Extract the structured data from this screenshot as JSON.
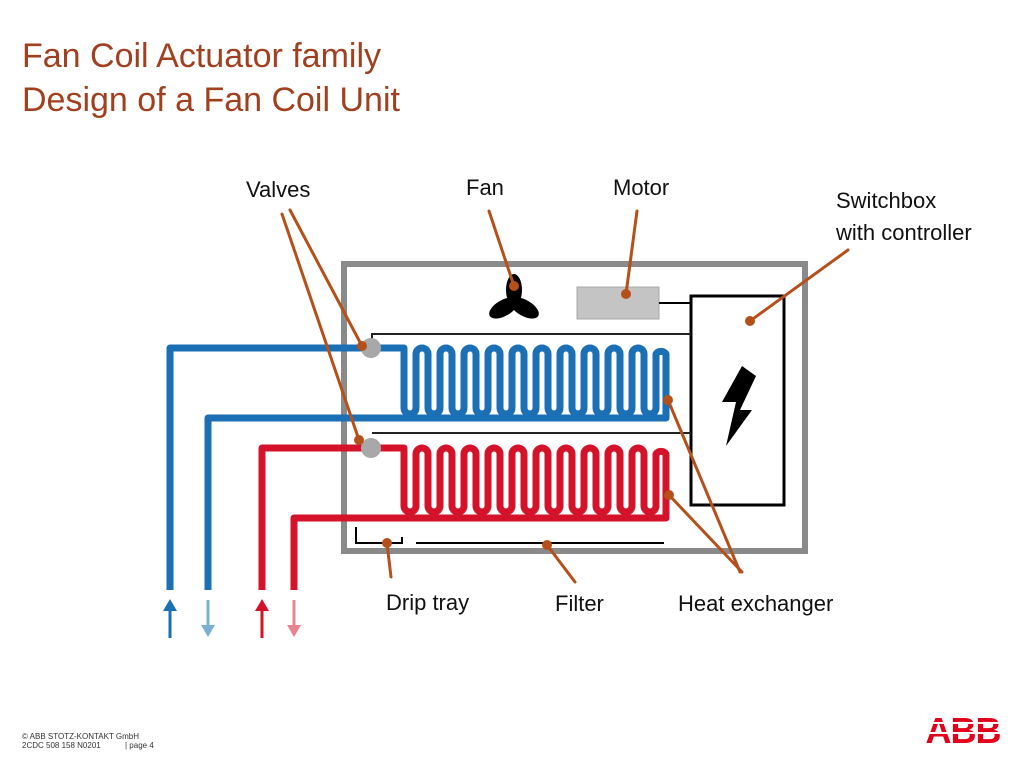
{
  "header": {
    "title_line1": "Fan Coil Actuator family",
    "title_line2": "Design of a Fan Coil Unit"
  },
  "labels": {
    "valves": "Valves",
    "fan": "Fan",
    "motor": "Motor",
    "switchbox_line1": "Switchbox",
    "switchbox_line2": "with controller",
    "drip_tray": "Drip tray",
    "filter": "Filter",
    "heat_exchanger": "Heat exchanger"
  },
  "footer": {
    "copyright": "© ABB STOTZ-KONTAKT GmbH",
    "doc_id": "2CDC 508 158 N0201",
    "page": "| page 4"
  },
  "logo": {
    "text": "ABB",
    "color": "#e2001a"
  },
  "colors": {
    "title": "#a0401e",
    "cold_pipe": "#1a6fb5",
    "hot_pipe": "#d4122a",
    "leader": "#b5501a",
    "housing": "#8a8a8a",
    "cold_light": "#7ab0d6",
    "hot_light": "#e8838f"
  }
}
